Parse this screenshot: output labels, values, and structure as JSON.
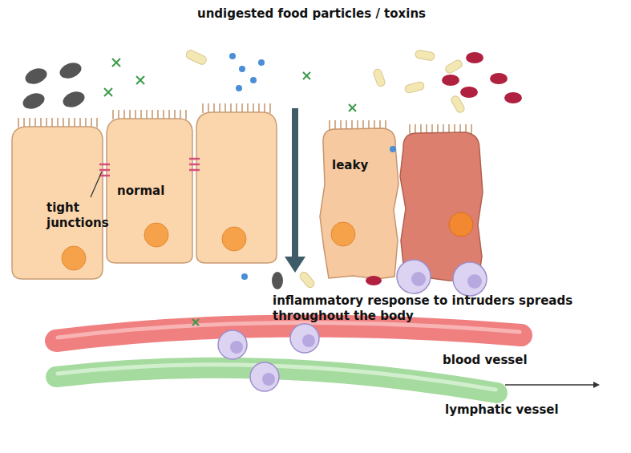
{
  "diagram": {
    "title": "undigested food particles / toxins",
    "labels": [
      "normal",
      "tight junctions",
      "leaky",
      "inflammatory response to intruders spreads throughout the body",
      "blood vessel",
      "lymphatic vessel"
    ]
  }
}
